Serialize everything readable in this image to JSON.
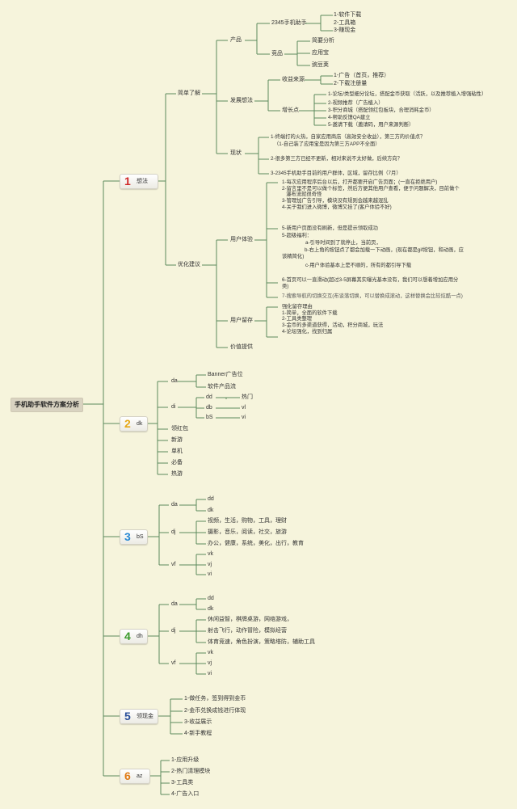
{
  "root": "手机助手软件方案分析",
  "colors": {
    "line": "#5c8a5c",
    "background": "#f6f4dc",
    "n1": "#d02828",
    "n2": "#e6a817",
    "n3": "#2a8ad4",
    "n4": "#3a9a2a",
    "n5": "#2a4f9a",
    "n6": "#e07a14"
  },
  "b1": {
    "num": "1",
    "label": "想法",
    "jiandan": "简单了解",
    "chanpin": "产品",
    "helper2345": "2345手机助手",
    "helper_items": [
      "1-软件下载",
      "2-工具箱",
      "3-赚现金"
    ],
    "jingpin": "竞品",
    "jingpin_items": [
      "简要分析",
      "应用宝",
      "豌豆荚"
    ],
    "fazhan": "发展想法",
    "shouyi": "收益来源",
    "shouyi_items": [
      "1-广告（首页，推荐）",
      "2-下载注册量"
    ],
    "zengzhang": "增长点",
    "zengzhang_items": [
      "1-论坛/类型细分论坛，搭配金币获取（活跃，以及推荐植入增强粘性）",
      "2-视频推荐（广告植入）",
      "3-积分商城（搭配领红包板块，合理消耗金币）",
      "4-帮助反馈QA建立",
      "5-邀请下载（邀请码，用户来源判断）"
    ],
    "xianzhuang": "现状",
    "xianzhuang_1": "1-终端打的火热，自家应用商店（高效安全收益），第三方的价值点？",
    "xianzhuang_1b": "（1-自己装了应用宝是因为第三方APP不全面）",
    "xianzhuang_2": "2-很多第三方已经不更新，相对来说不太好做，后续方向？",
    "xianzhuang_3": "3-2345手机助手目前的用户群体，区域，留存比例（7月）",
    "youhua": "优化建议",
    "tiyan": "用户体验",
    "tiyan_text": "1-每次应用程序后台以后，打开都要开启广告页面；(一直在拒绝用户)\n2-留言里不是可以做个标签，然后方便其他用户查看，便于问题解决，目前做个\n   瀑布流就很奇怪\n3-管理加广告引导，模块没有规则会越来越混乱\n4-关于我们进入微博，微博又挂了(客户体验不好)",
    "tiyan_5": "5-新用户页面没有刷新，但是提示领取成功",
    "tiyan_5b": "5-超级福利：",
    "tiyan_5c": "a-引导时间到了就停止，当前页，",
    "tiyan_5d": "b-右上角的按钮点了都会加载一下动画，(现在都是gif按钮，和动画，应\n该精简化)",
    "tiyan_5e": "c-用户体验基本上是不顺的，所有的都引导下载",
    "tiyan_6": "6-首页可以一直滑动(超过3-5屏幕其实曝光基本没有，我们可以想着增加应用分\n类)",
    "tiyan_7": "7-搜索导航的切换交互(布谈落切换，可以替换成滚动，这样替换会比较炫酷一点)",
    "liucun": "用户留存",
    "liucun_text": "强化留存理由\n1-简单，全面的软件下载\n2-工具类整理\n3-金币的多渠道获得，活动，积分商城，玩法\n4-论坛强化，找到归属",
    "jiazhi": "价值提供"
  },
  "b2": {
    "num": "2",
    "label": "dk",
    "da": "da",
    "banner": "Banner广告位",
    "ruanjian": "软件产品流",
    "di": "di",
    "dd": "dd",
    "db": "db",
    "bs": "bS",
    "remen": "热门",
    "vl": "vl",
    "vi": "vi",
    "leaves": [
      "领红包",
      "新游",
      "单机",
      "必备",
      "热游"
    ]
  },
  "b3": {
    "num": "3",
    "label": "bS",
    "da": "da",
    "da_items": [
      "dd",
      "dk"
    ],
    "dj": "dj",
    "dj_items": [
      "视频，生活，购物，工具，理财",
      "摄影，音乐，阅读，社交，旅游",
      "办公，健康，系统，美化，出行，教育"
    ],
    "vf": "vf",
    "vf_items": [
      "vk",
      "vj",
      "vi"
    ]
  },
  "b4": {
    "num": "4",
    "label": "dh",
    "da": "da",
    "da_items": [
      "dd",
      "dk"
    ],
    "dj": "dj",
    "dj_items": [
      "休闲益智，棋牌桌游，网络游戏，",
      "射击飞行，动作冒险，模拟经营",
      "体育竞速，角色扮演，策略塔防，辅助工具"
    ],
    "vf": "vf",
    "vf_items": [
      "vk",
      "vj",
      "vi"
    ]
  },
  "b5": {
    "num": "5",
    "label": "领现金",
    "items": [
      "1-做任务，签到得到金币",
      "2-金币兑换成钱进行体现",
      "3-收益展示",
      "4-新手教程"
    ]
  },
  "b6": {
    "num": "6",
    "label": "az",
    "items": [
      "1-应用升级",
      "2-热门清理模块",
      "3-工具类",
      "4-广告入口"
    ]
  }
}
